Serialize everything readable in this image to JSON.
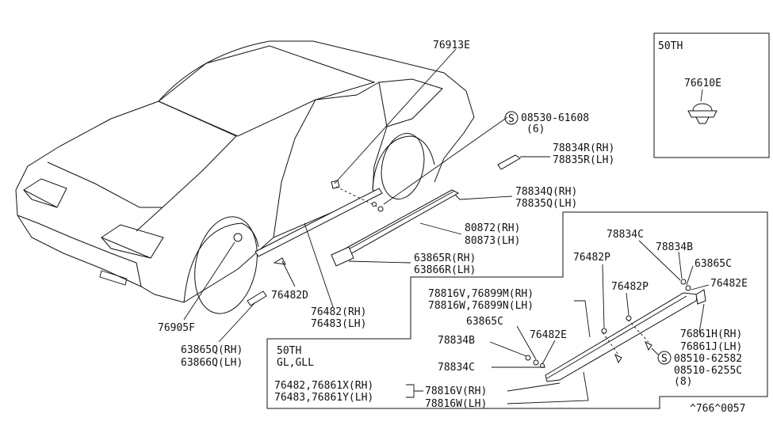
{
  "inset": {
    "title": "50TH",
    "part": "76610E"
  },
  "section": {
    "title": "50TH",
    "subtitle": "GL,GLL"
  },
  "labels": {
    "p76913E": "76913E",
    "p08530_61608": "08530-61608",
    "p08530_qty": "(6)",
    "p78834R": "78834R(RH)",
    "p78835R": "78835R(LH)",
    "p78834Q": "78834Q(RH)",
    "p78835Q": "78835Q(LH)",
    "p80872": "80872(RH)",
    "p80873": "80873(LH)",
    "p63865R": "63865R(RH)",
    "p63866R": "63866R(LH)",
    "p76482D": "76482D",
    "p76482RH": "76482(RH)",
    "p76483LH": "76483(LH)",
    "p76905F": "76905F",
    "p63865Q": "63865Q(RH)",
    "p63866Q": "63866Q(LH)",
    "p78834C_top": "78834C",
    "p78834B_top": "78834B",
    "p63865C_top": "63865C",
    "p76482E_top": "76482E",
    "p76482P_a": "76482P",
    "p76482P_b": "76482P",
    "p78816V_76899M": "78816V,76899M(RH)",
    "p78816W_76899N": "78816W,76899N(LH)",
    "p63865C_mid": "63865C",
    "p78834B_mid": "78834B",
    "p76482E_mid": "76482E",
    "p78834C_mid": "78834C",
    "p76861H": "76861H(RH)",
    "p76861J": "76861J(LH)",
    "p08510_62582": "08510-62582",
    "p08510_6255C": "08510-6255C",
    "p08510_qty": "(8)",
    "p76482_76861X": "76482,76861X(RH)",
    "p76483_76861Y": "76483,76861Y(LH)",
    "p78816V_RH": "78816V(RH)",
    "p78816W_LH": "78816W(LH)",
    "diagram_code": "^766^0057"
  },
  "symbols": {
    "screw_mark": "S"
  }
}
